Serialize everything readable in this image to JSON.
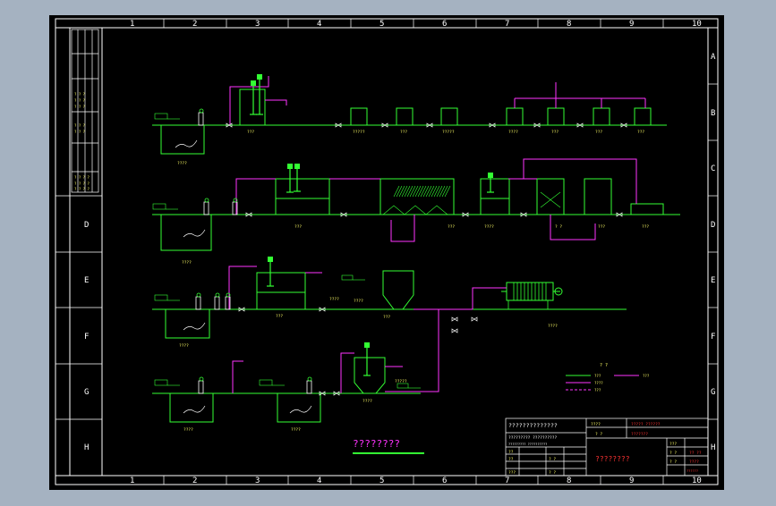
{
  "columns": [
    "1",
    "2",
    "3",
    "4",
    "5",
    "6",
    "7",
    "8",
    "9",
    "10"
  ],
  "rows": [
    "A",
    "B",
    "C",
    "D",
    "E",
    "F",
    "G",
    "H"
  ],
  "drawing_title": "????????",
  "legend": {
    "title": "? ?",
    "items": [
      "???",
      "????",
      "???",
      "???"
    ]
  },
  "title_block": {
    "project": "??????????????",
    "company_sub": "????????? ??????????",
    "drawing_name": "????????",
    "designed_label": "????",
    "designed_value": "????? ??????",
    "checked_label": "? ?",
    "checked_value": "???????",
    "scale_label": "???",
    "sheet_label": "? ?",
    "sheet_value": "?? ??",
    "drawing_no_label": "? ?",
    "drawing_no_value": "????",
    "row_labels": [
      "??",
      "??",
      "???"
    ],
    "date_value": "??????"
  },
  "tanks": {
    "tank1": "????",
    "tank2": "????",
    "tank3": "????",
    "tank4": "????",
    "tank5": "????",
    "tank6": "????",
    "tank7": "????"
  },
  "units": {
    "u_dosing_top": "???",
    "u_small1": "?????",
    "u_small2": "???",
    "u_small3": "?????",
    "u_small4": "????",
    "u_small5": "???",
    "u_small6": "???",
    "u_small7": "???",
    "u_reactor": "???",
    "u_settler": "???",
    "u_mix2": "????",
    "u_filter1": "? ?",
    "u_filter2": "???",
    "u_out": "???",
    "u_tank3_box": "???",
    "u_sludge": "???",
    "u_press": "????",
    "u_bottom_mix": "????",
    "u_bottom_sm": "?????"
  }
}
